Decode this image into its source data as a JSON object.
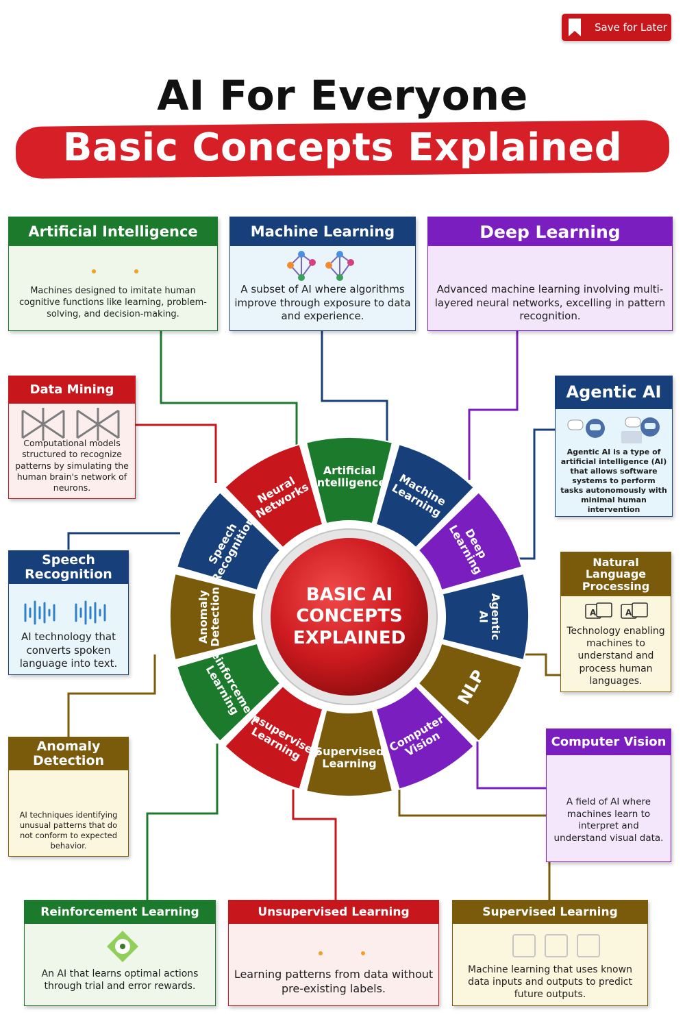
{
  "header": {
    "save_label": "Save for Later",
    "title": "AI For Everyone",
    "subtitle": "Basic Concepts Explained"
  },
  "hub": {
    "label": "BASIC AI CONCEPTS EXPLAINED"
  },
  "colors": {
    "green": "#1b7a2b",
    "blue": "#173f7a",
    "purple": "#7b1ec0",
    "red": "#c8161d",
    "olive": "#7a5b0c"
  },
  "segments": [
    {
      "label": "Artificial Intelligence",
      "color": "green"
    },
    {
      "label": "Machine Learning",
      "color": "blue"
    },
    {
      "label": "Deep Learning",
      "color": "purple"
    },
    {
      "label": "Agentic AI",
      "color": "blue"
    },
    {
      "label": "NLP",
      "color": "olive"
    },
    {
      "label": "Computer Vision",
      "color": "purple"
    },
    {
      "label": "Supervised Learning",
      "color": "olive"
    },
    {
      "label": "Unsupervised Learning",
      "color": "red"
    },
    {
      "label": "Reinforcement Learning",
      "color": "green"
    },
    {
      "label": "Anomaly Detection",
      "color": "olive"
    },
    {
      "label": "Speech Recognition",
      "color": "blue"
    },
    {
      "label": "Neural Networks",
      "color": "red"
    }
  ],
  "cards": {
    "ai": {
      "title": "Artificial Intelligence",
      "text": "Machines designed to imitate human cognitive functions like learning, problem-solving, and decision-making.",
      "icon": "two-dots-icon"
    },
    "ml": {
      "title": "Machine Learning",
      "text": "A subset of AI where algorithms improve through exposure to data and experience.",
      "icon": "network-graph-icon"
    },
    "dl": {
      "title": "Deep Learning",
      "text": "Advanced machine learning involving multi-layered neural networks, excelling in pattern recognition."
    },
    "dm": {
      "title": "Data Mining",
      "text": "Computational models structured to recognize patterns by simulating the human brain's network of neurons.",
      "icon": "neural-net-icon"
    },
    "agentic": {
      "title": "Agentic AI",
      "text": "Agentic AI is a type of artificial intelligence (AI) that allows software systems to perform tasks autonomously with minimal human intervention",
      "icon": "robot-icon"
    },
    "speech": {
      "title": "Speech Recognition",
      "text": "AI technology that converts spoken language into text.",
      "icon": "waveform-icon"
    },
    "nlp": {
      "title": "Natural Language Processing",
      "text": "Technology enabling machines to understand and process human languages.",
      "icon": "translate-icon"
    },
    "anomaly": {
      "title": "Anomaly Detection",
      "text": "AI techniques identifying unusual patterns that do not conform to expected behavior."
    },
    "cv": {
      "title": "Computer Vision",
      "text": "A field of AI where machines learn to interpret and understand visual data."
    },
    "rl": {
      "title": "Reinforcement Learning",
      "text": "An AI that learns optimal actions through trial and error rewards.",
      "icon": "reward-icon"
    },
    "ul": {
      "title": "Unsupervised Learning",
      "text": "Learning patterns from data without pre-existing labels.",
      "icon": "two-dots-icon"
    },
    "sl": {
      "title": "Supervised Learning",
      "text": "Machine learning that uses known data inputs and outputs to predict future outputs.",
      "icon": "three-boxes-icon"
    }
  }
}
